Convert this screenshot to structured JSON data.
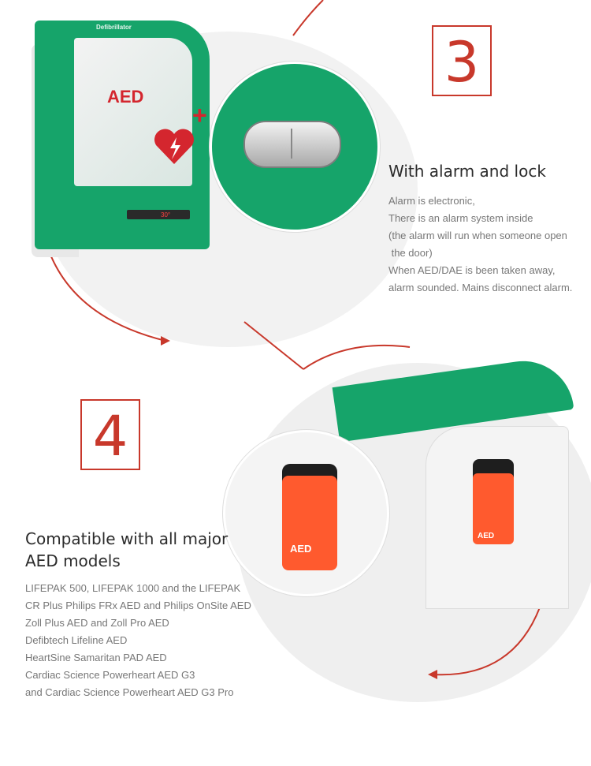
{
  "sections": [
    {
      "number": "3",
      "heading": "With alarm and lock",
      "lines": [
        "Alarm is electronic,",
        "There is an alarm system inside",
        "(the alarm will run when someone open",
        " the door)",
        "When AED/DAE is been taken away,",
        "alarm sounded. Mains disconnect alarm."
      ]
    },
    {
      "number": "4",
      "heading": "Compatible with all major AED models",
      "lines": [
        "LIFEPAK 500, LIFEPAK 1000 and the LIFEPAK",
        "CR Plus Philips FRx AED and Philips OnSite AED",
        "Zoll Plus AED and Zoll Pro AED",
        "Defibtech Lifeline AED",
        "HeartSine Samaritan PAD AED",
        "Cardiac Science Powerheart AED G3",
        "and Cardiac Science Powerheart AED G3 Pro"
      ]
    }
  ],
  "product": {
    "cabinet_label": "Defibrillator",
    "aed_sign": "AED",
    "display_reading": "30°"
  },
  "colors": {
    "accent": "#c8382b",
    "cabinet_green": "#16a46a",
    "aed_red": "#d4262e",
    "aed_pack": "#ff5a2e"
  }
}
